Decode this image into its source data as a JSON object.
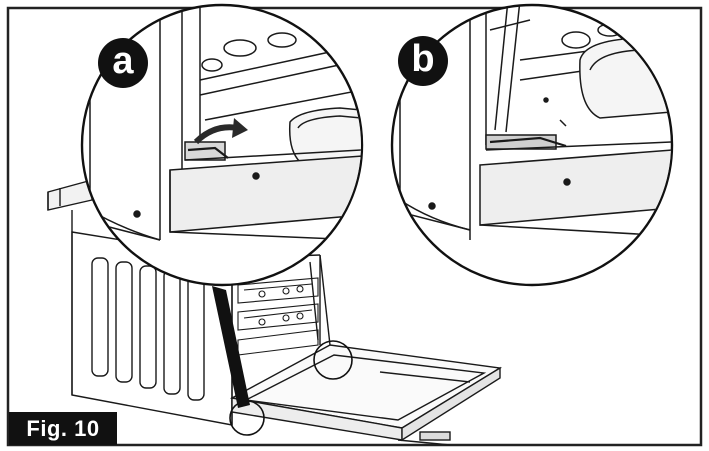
{
  "figure": {
    "label": "Fig. 10",
    "callouts": [
      {
        "id": "a",
        "letter": "a"
      },
      {
        "id": "b",
        "letter": "b"
      }
    ],
    "colors": {
      "line": "#1a1a1a",
      "frame": "#222222",
      "badge": "#111111",
      "arrow": "#2a2a2a",
      "shade": "#bdbdbd"
    }
  }
}
